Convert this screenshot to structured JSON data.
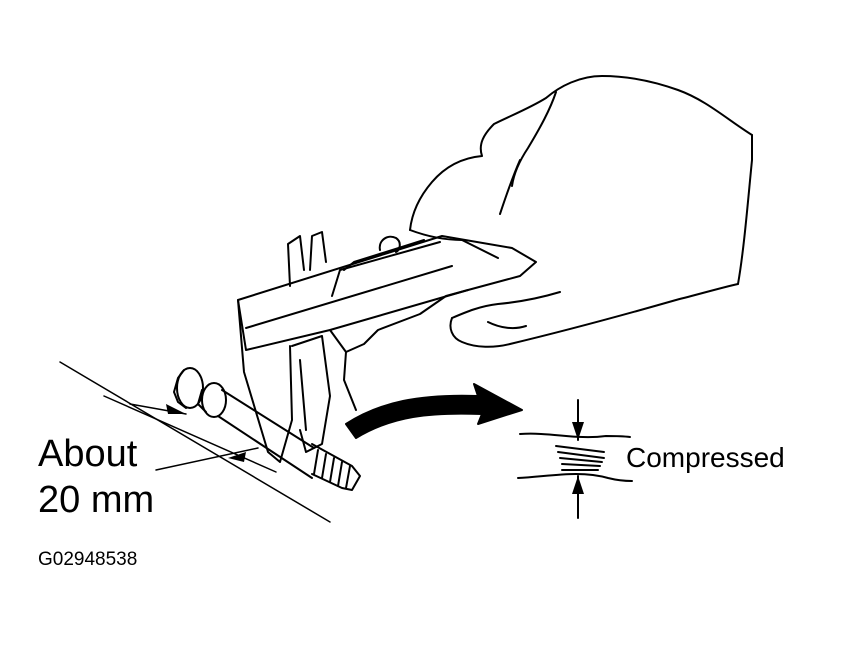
{
  "labels": {
    "distance_line1": "About",
    "distance_line2": "20 mm",
    "state": "Compressed",
    "figure_id": "G02948538"
  },
  "colors": {
    "ink": "#000000",
    "background": "#ffffff"
  }
}
